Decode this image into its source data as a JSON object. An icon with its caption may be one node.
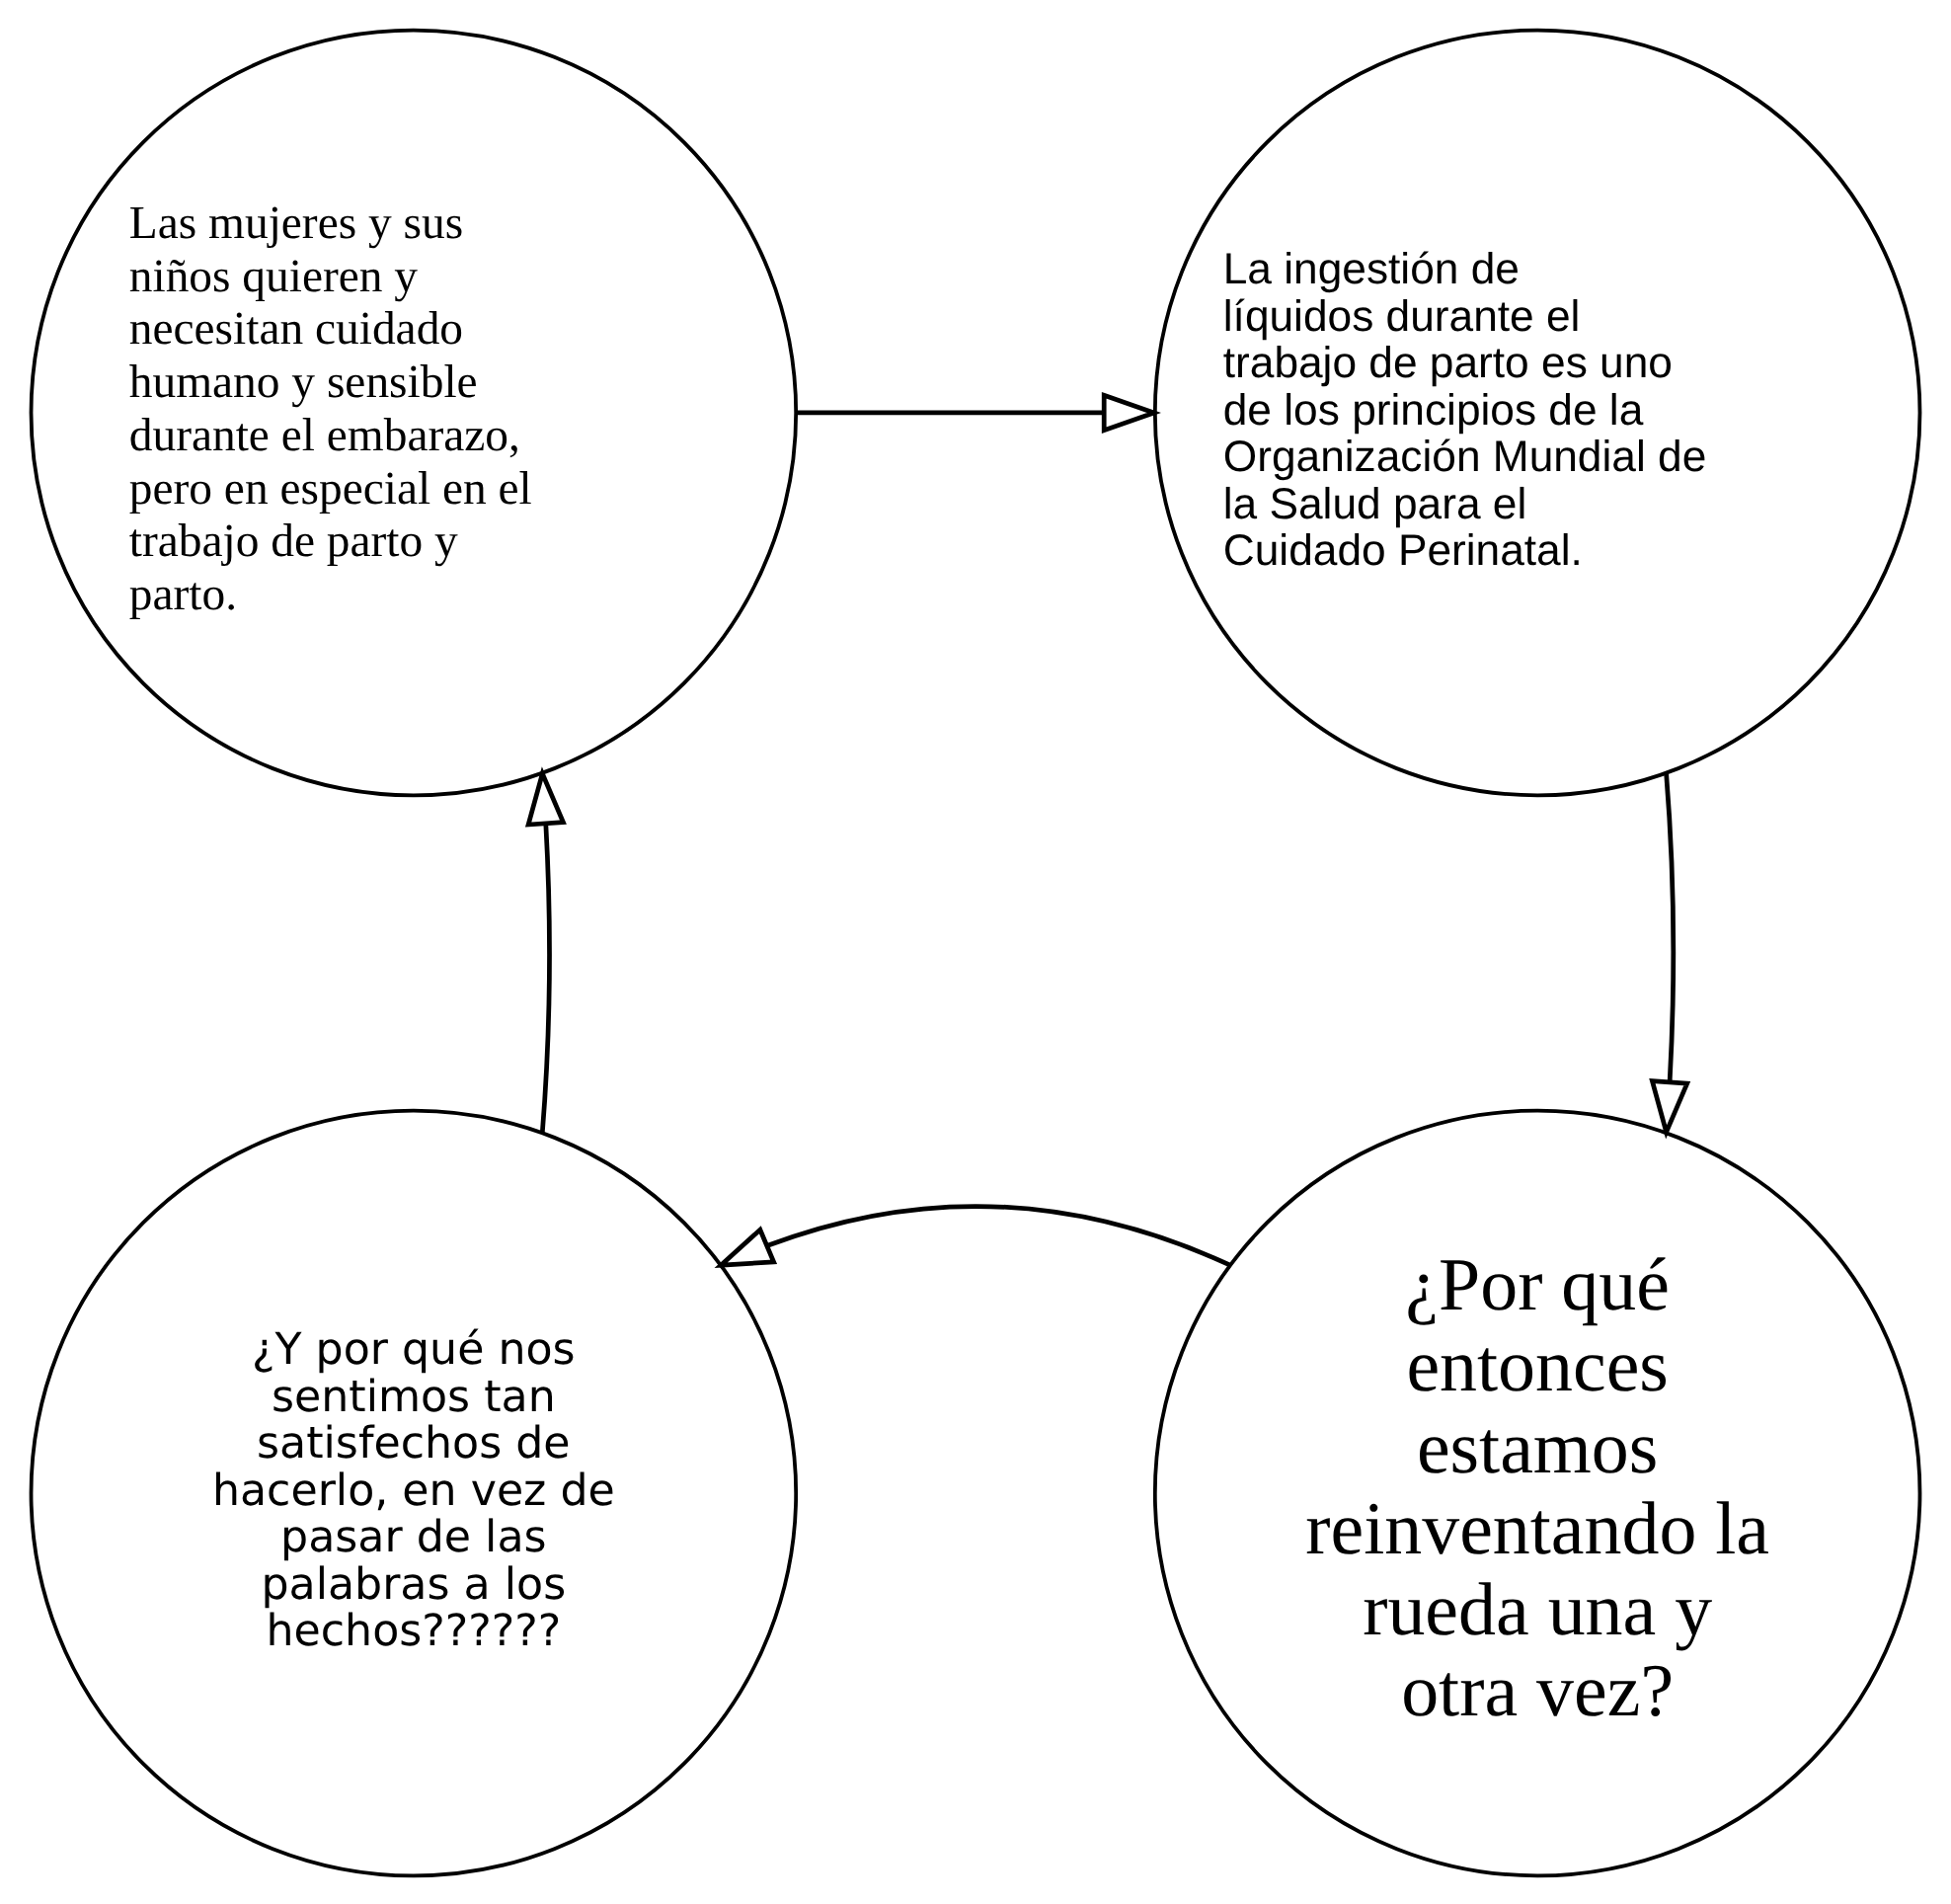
{
  "diagram": {
    "nodes": [
      {
        "text": [
          "Las mujeres y sus niños quieren y necesitan cuidado humano y sensible durante el embarazo, pero en especial en el trabajo de parto y parto."
        ]
      },
      {
        "text": [
          "La ingestión de líquidos durante el trabajo de parto es uno de los principios de la Organización Mundial de la Salud para el Cuidado Perinatal."
        ]
      },
      {
        "text": [
          "¿Y por qué nos sentimos tan satisfechos de hacerlo, en vez de pasar de las palabras a los hechos??????"
        ]
      },
      {
        "text": [
          "¿Por qué entonces estamos reinventando la rueda una y otra vez?"
        ]
      }
    ],
    "edges": [
      {
        "from": 0,
        "to": 1,
        "arrow": "to"
      },
      {
        "from": 1,
        "to": 3,
        "arrow": "to"
      },
      {
        "from": 3,
        "to": 2,
        "arrow": "to"
      },
      {
        "from": 2,
        "to": 0,
        "arrow": "to"
      }
    ]
  }
}
